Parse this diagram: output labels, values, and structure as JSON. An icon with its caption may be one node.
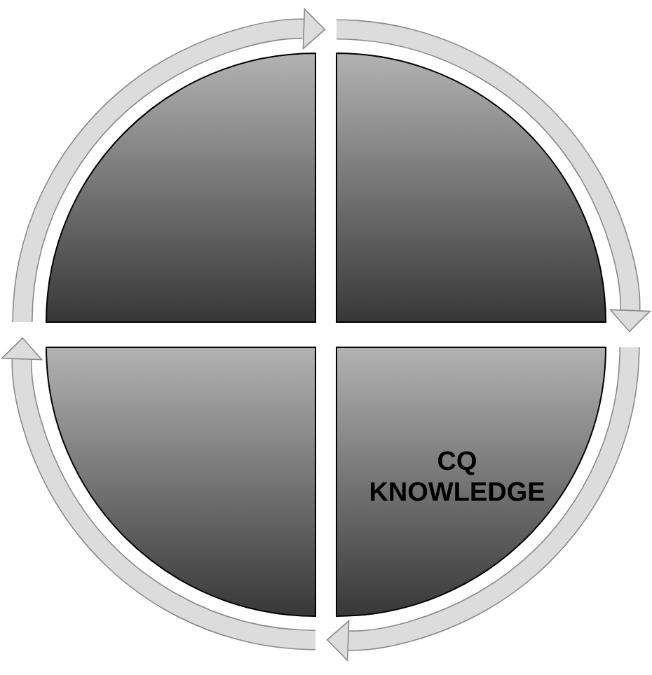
{
  "diagram": {
    "nodes": [
      {
        "text": [],
        "shape": "quadrant"
      },
      {
        "text": [],
        "shape": "quadrant"
      },
      {
        "text": [],
        "shape": "quadrant"
      },
      {
        "text": [
          "CQ KNOWLEDGE"
        ]
      }
    ]
  }
}
